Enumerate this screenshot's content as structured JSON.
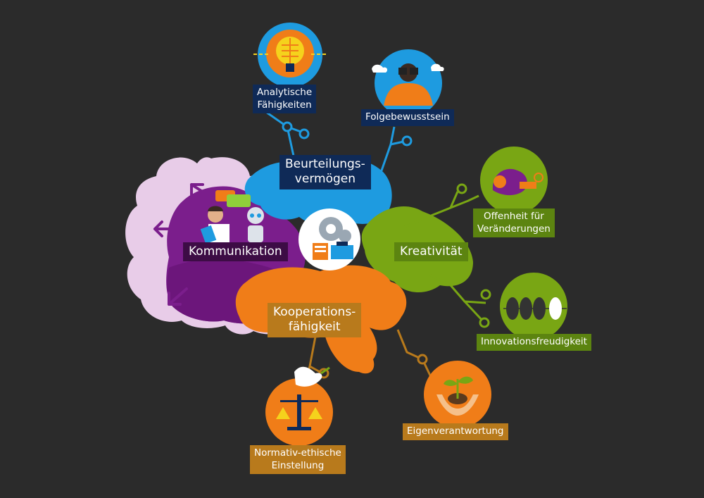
{
  "colors": {
    "background": "#2b2b2b",
    "blue": "#1e9be0",
    "navy": "#0f2a57",
    "purple": "#7b1e8c",
    "lilac": "#e8cce8",
    "green": "#79a614",
    "orange": "#f07d18",
    "brown": "#b87a1c"
  },
  "hub": {
    "icon": "gears-and-toolbox-icon"
  },
  "branches": {
    "beurteilung": {
      "label": "Beurteilungs-\nvermögen",
      "children": [
        {
          "label": "Analytische\nFähigkeiten",
          "icon": "brain-lightbulb-icon"
        },
        {
          "label": "Folgebewusstsein",
          "icon": "binoculars-person-icon"
        }
      ]
    },
    "kommunikation": {
      "label": "Kommunikation",
      "icon": "person-and-robot-chat-icon"
    },
    "kreativitaet": {
      "label": "Kreativität",
      "children": [
        {
          "label": "Offenheit für\nVeränderungen",
          "icon": "chameleon-icon"
        },
        {
          "label": "Innovationsfreudigkeit",
          "icon": "birds-on-wire-icon"
        }
      ]
    },
    "kooperation": {
      "label": "Kooperations-\nfähigkeit",
      "children": [
        {
          "label": "Normativ-ethische\nEinstellung",
          "icon": "scales-and-dove-icon"
        },
        {
          "label": "Eigenverantwortung",
          "icon": "hands-with-seedling-icon"
        }
      ]
    }
  }
}
